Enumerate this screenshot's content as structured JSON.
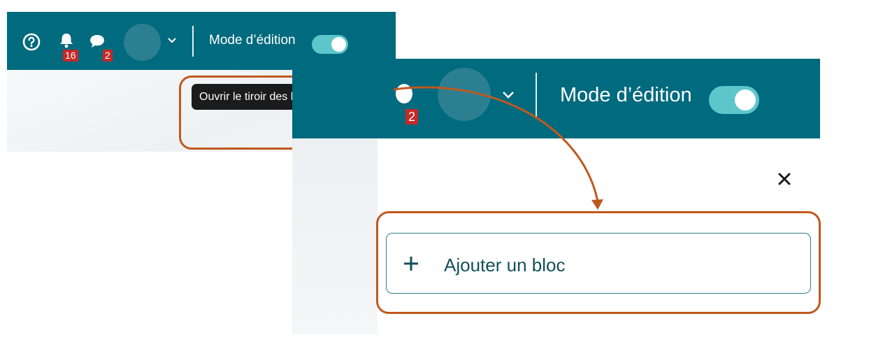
{
  "panel_a": {
    "notifications_count": "16",
    "messages_count": "2",
    "mode_label": "Mode d’édition",
    "mode_enabled": true,
    "tooltip": "Ouvrir le tiroir des blocs"
  },
  "panel_b": {
    "messages_count": "2",
    "mode_label": "Mode d’édition",
    "mode_enabled": true,
    "add_block_label": "Ajouter un bloc"
  },
  "colors": {
    "header_bar": "#006a7e",
    "toggle_on": "#5cc6cb",
    "badge": "#c62828",
    "highlight": "#c0581d",
    "tooltip_bg": "#1b1b1b"
  },
  "icons": [
    "help-icon",
    "bell-icon",
    "chat-icon",
    "chevron-down-icon",
    "chevron-left-icon",
    "close-icon",
    "plus-icon"
  ]
}
